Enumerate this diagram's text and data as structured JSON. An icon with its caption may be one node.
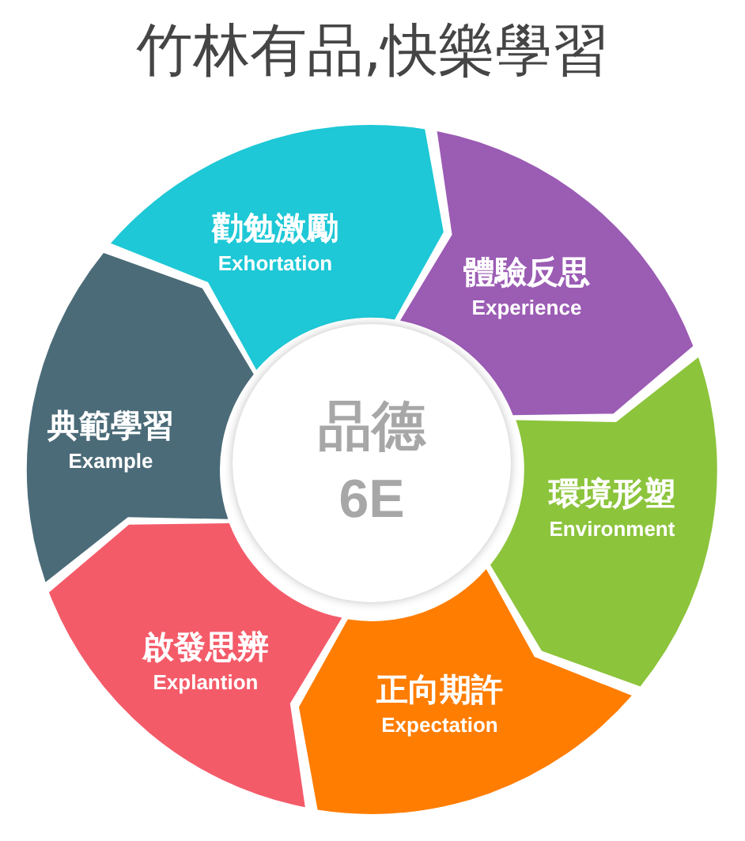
{
  "diagram": {
    "title": "竹林有品,快樂學習",
    "nodes": [
      {
        "text": [
          "勸勉激勵",
          "Exhortation"
        ]
      },
      {
        "text": [
          "體驗反思",
          "Experience"
        ]
      },
      {
        "text": [
          "環境形塑",
          "Environment"
        ]
      },
      {
        "text": [
          "正向期許",
          "Expectation"
        ]
      },
      {
        "text": [
          "啟發思辨",
          "Explantion"
        ]
      },
      {
        "text": [
          "典範學習",
          "Example"
        ]
      },
      {
        "text": [
          "品德",
          "6E"
        ]
      }
    ]
  }
}
